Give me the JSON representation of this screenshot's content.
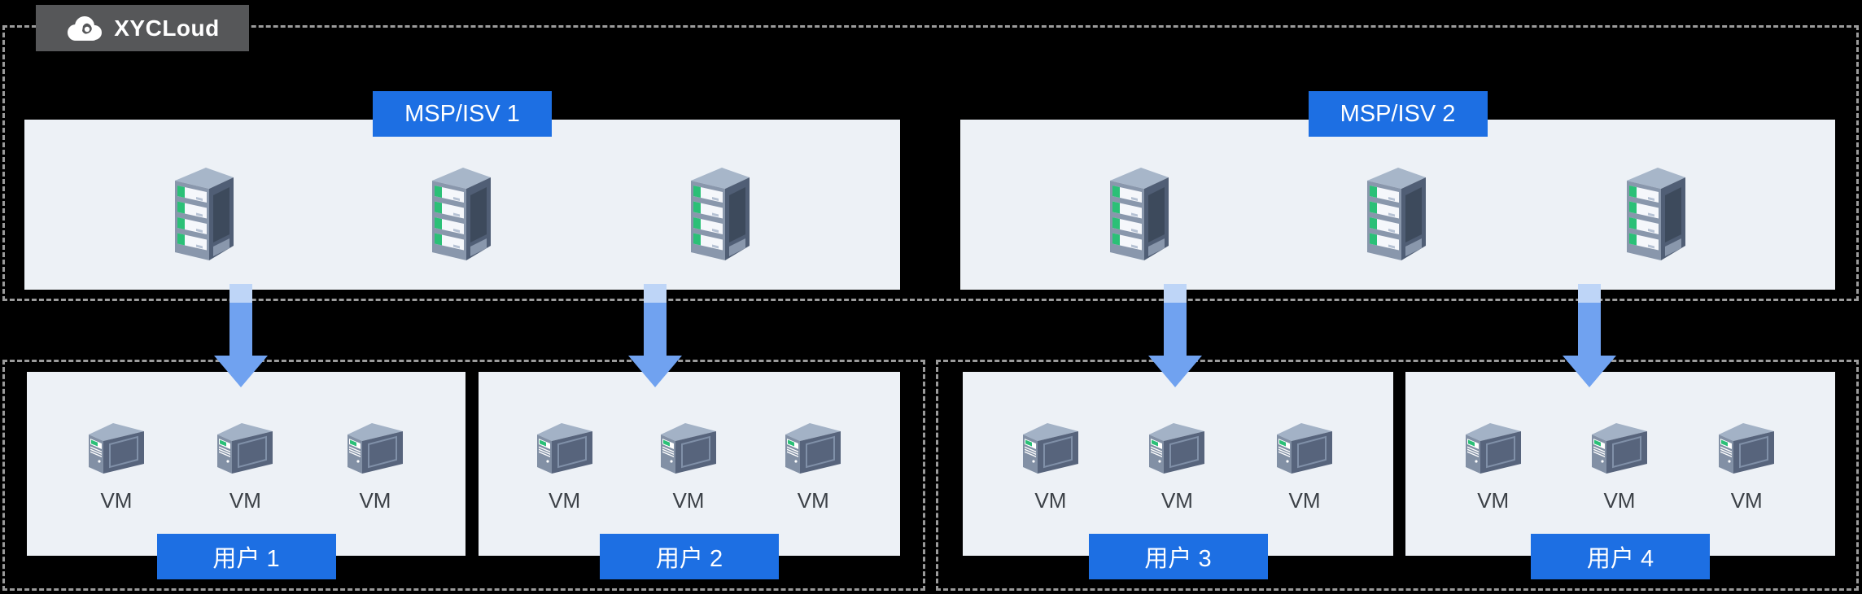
{
  "brand": {
    "name": "XYCLoud"
  },
  "msp_groups": [
    {
      "label": "MSP/ISV 1",
      "servers": 3
    },
    {
      "label": "MSP/ISV 2",
      "servers": 3
    }
  ],
  "user_groups": [
    {
      "label": "用户 1",
      "vms": [
        "VM",
        "VM",
        "VM"
      ]
    },
    {
      "label": "用户 2",
      "vms": [
        "VM",
        "VM",
        "VM"
      ]
    },
    {
      "label": "用户 3",
      "vms": [
        "VM",
        "VM",
        "VM"
      ]
    },
    {
      "label": "用户 4",
      "vms": [
        "VM",
        "VM",
        "VM"
      ]
    }
  ],
  "icons": {
    "logo": "cloud-icon",
    "msp_node": "server-rack-icon",
    "user_node": "vm-cube-icon",
    "link": "down-arrow-icon"
  },
  "colors": {
    "background": "#000000",
    "panel": "#edf1f6",
    "accent_blue": "#1d6fe3",
    "arrow_blue": "#70a2f0",
    "arrow_light": "#bed5f7",
    "dash_gray": "#9b9b9b",
    "logo_gray": "#565759",
    "green_status": "#2bc077",
    "vm_text": "#3c4147"
  }
}
